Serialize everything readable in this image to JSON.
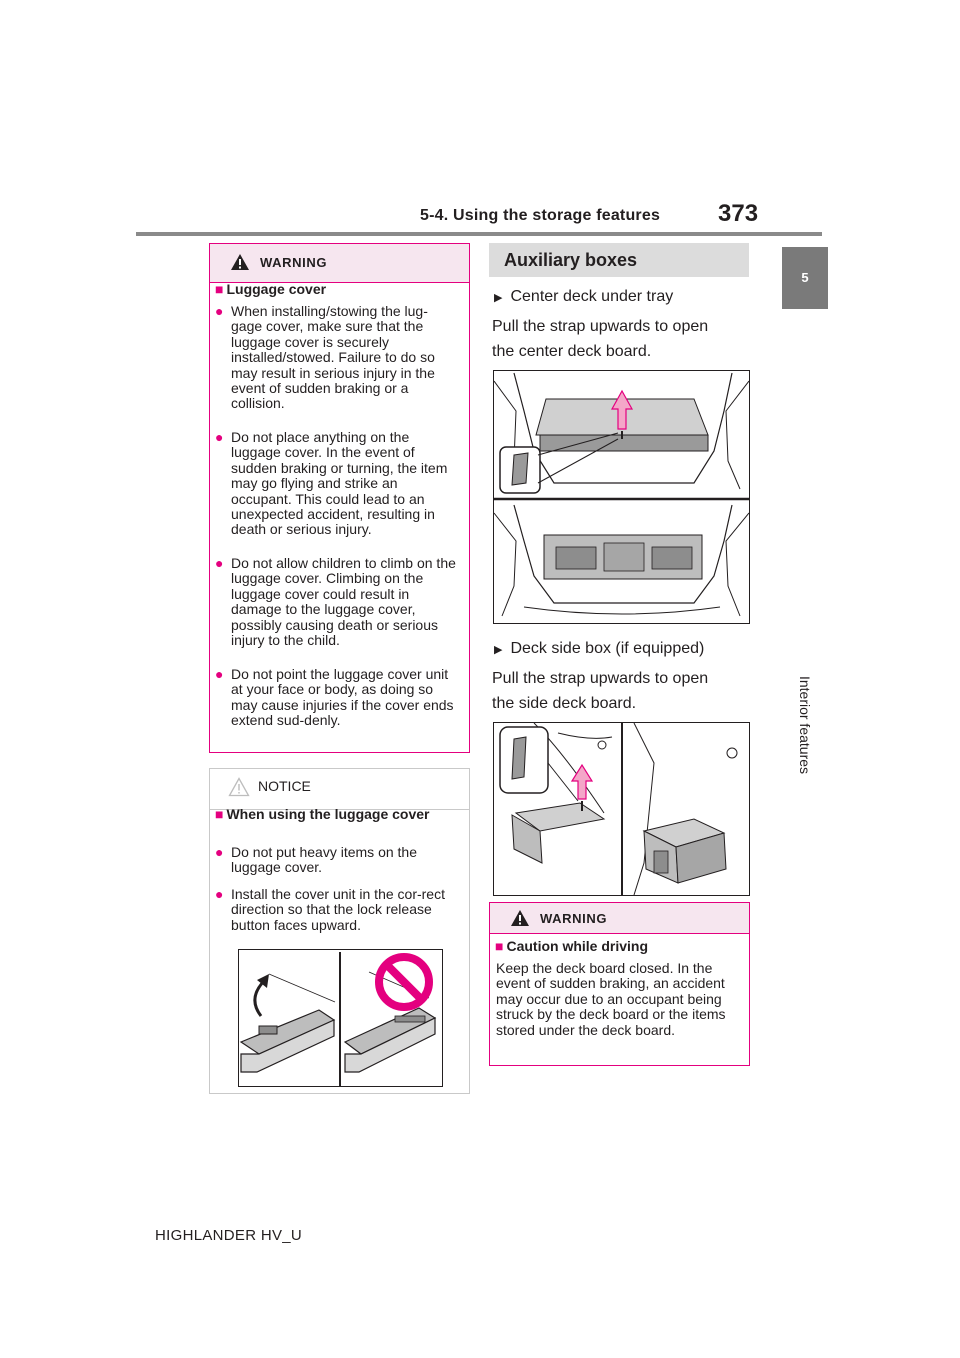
{
  "header": {
    "section_title": "5-4. Using the storage features",
    "page_number": "373"
  },
  "side_tab": {
    "chapter_number": "5",
    "chapter_title": "Interior features"
  },
  "left_warning": {
    "label": "WARNING",
    "heading": "Luggage cover",
    "bullets": [
      "When installing/stowing the lug-gage cover, make sure that the luggage cover is securely installed/stowed. Failure to do so may result in serious injury in the event of sudden braking or a collision.",
      "Do not place anything on the luggage cover. In the event of sudden braking or turning, the item may go flying and strike an occupant. This could lead to an unexpected accident, resulting in death or serious injury.",
      "Do not allow children to climb on the luggage cover. Climbing on the luggage cover could result in damage to the luggage cover, possibly causing death or serious injury to the child.",
      "Do not point the luggage cover unit at your face or body, as doing so may cause injuries if the cover ends extend sud-denly."
    ]
  },
  "notice": {
    "label": "NOTICE",
    "heading": "When using the luggage cover",
    "bullets": [
      "Do not put heavy items on the luggage cover.",
      "Install the cover unit in the cor-rect direction so that the lock release button faces upward."
    ]
  },
  "auxiliary": {
    "heading": "Auxiliary boxes",
    "item1_title": "Center deck under tray",
    "item1_text_line1": "Pull the strap upwards to open",
    "item1_text_line2": "the center deck board.",
    "item2_title": "Deck side box (if equipped)",
    "item2_text_line1": "Pull the strap upwards to open",
    "item2_text_line2": "the side deck board."
  },
  "right_warning": {
    "label": "WARNING",
    "heading": "Caution while driving",
    "text": "Keep the deck board closed. In the event of sudden braking, an accident may occur due to an occupant being struck by the deck board or the items stored under the deck board."
  },
  "footer": {
    "model": "HIGHLANDER HV_U"
  },
  "colors": {
    "warning_accent": "#e4007f",
    "warning_header_bg": "#f6e6ef",
    "side_tab": "#7a7a7a",
    "section_header_bg": "#dcdcdc"
  }
}
